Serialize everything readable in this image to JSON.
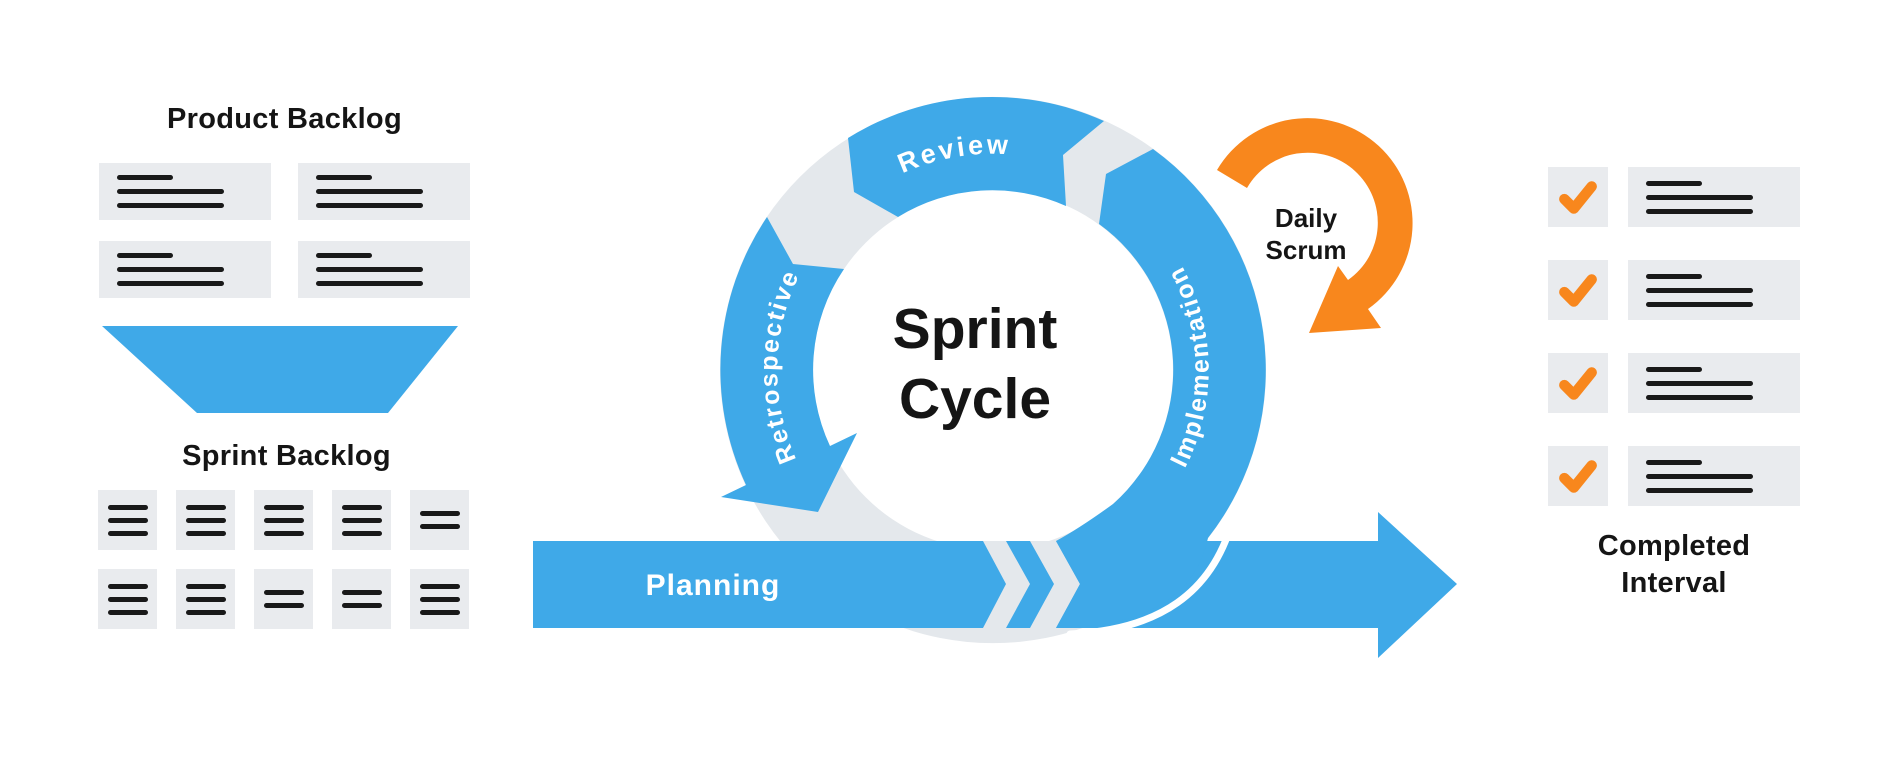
{
  "product_backlog": {
    "title": "Product Backlog",
    "cards": [
      3,
      3,
      3,
      3
    ]
  },
  "sprint_backlog": {
    "title": "Sprint Backlog",
    "cards": [
      3,
      3,
      3,
      3,
      2,
      3,
      3,
      2,
      2,
      3
    ]
  },
  "cycle": {
    "center_line1": "Sprint",
    "center_line2": "Cycle",
    "segment_review": "Review",
    "segment_retrospective": "Retrospective",
    "segment_implementation": "Implementation",
    "planning_label": "Planning"
  },
  "daily_scrum": {
    "line1": "Daily",
    "line2": "Scrum"
  },
  "completed": {
    "title_line1": "Completed",
    "title_line2": "Interval",
    "rows": [
      3,
      3,
      3,
      3
    ]
  },
  "colors": {
    "blue": "#3FA9E8",
    "orange": "#F8871D",
    "ring_gray": "#E4E8EC",
    "card_gray": "#E9EBEE",
    "text_dark": "#151515",
    "line_dark": "#191919"
  },
  "icons": {
    "checkmark": "check"
  }
}
